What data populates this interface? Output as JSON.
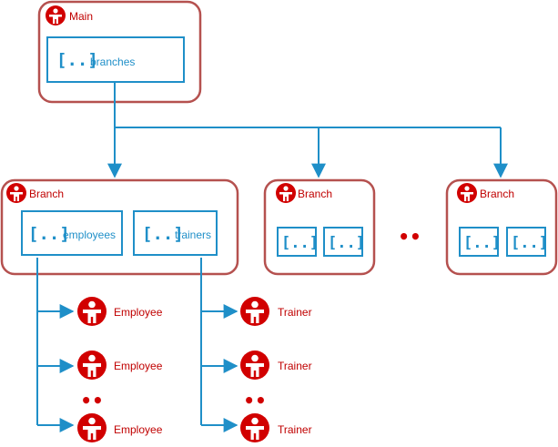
{
  "nodes": {
    "main": {
      "title": "Main",
      "array_label": "branches"
    },
    "branch_detailed": {
      "title": "Branch",
      "employees_label": "employees",
      "trainers_label": "trainers"
    },
    "branch_2": {
      "title": "Branch"
    },
    "branch_3": {
      "title": "Branch"
    }
  },
  "leaves": {
    "employees": [
      "Employee",
      "Employee",
      "Employee"
    ],
    "trainers": [
      "Trainer",
      "Trainer",
      "Trainer"
    ]
  },
  "glyphs": {
    "array_icon": "[..]",
    "ellipsis": "••",
    "entity_icon": "person-icon"
  },
  "colors": {
    "node_border": "#b5514f",
    "link": "#1f8fc8",
    "entity": "#d10000",
    "array_border": "#1f8fc8"
  }
}
